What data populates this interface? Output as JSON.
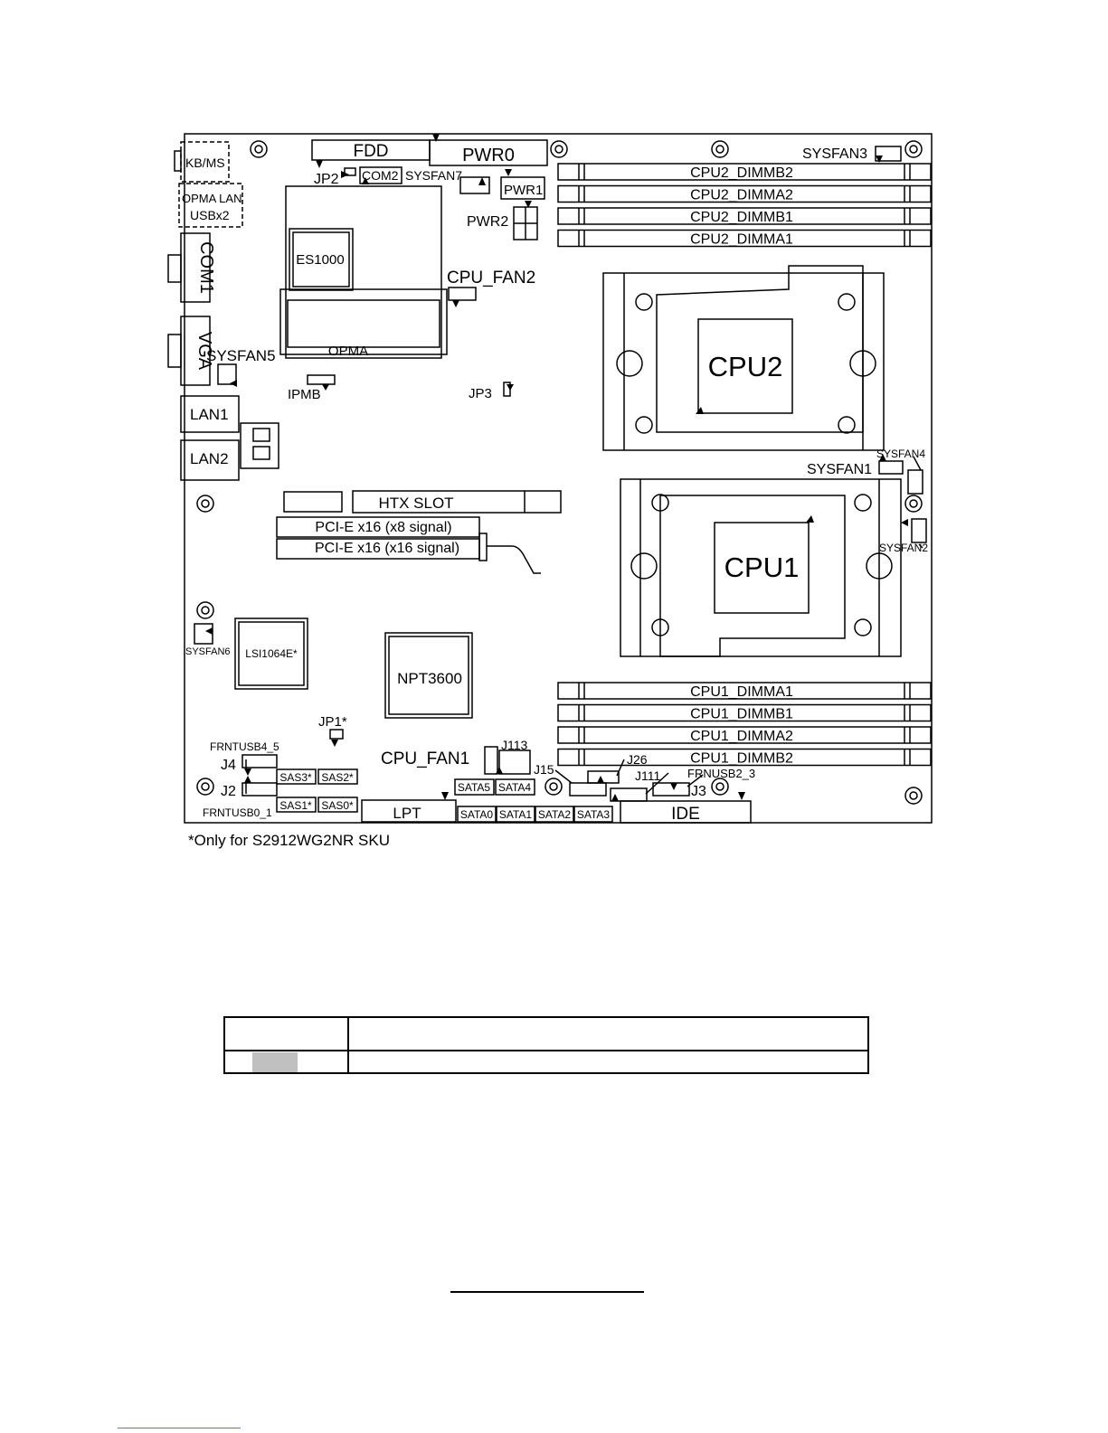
{
  "board": {
    "labels": {
      "kbms": "KB/MS",
      "opma_lan": "OPMA LAN",
      "usbx2": "USBx2",
      "com1": "COM1",
      "vga": "VGA",
      "lan1": "LAN1",
      "lan2": "LAN2",
      "fdd": "FDD",
      "pwr0": "PWR0",
      "jp2": "JP2",
      "com2": "COM2",
      "sysfan7": "SYSFAN7",
      "pwr1": "PWR1",
      "pwr2": "PWR2",
      "sysfan3": "SYSFAN3",
      "es1000": "ES1000",
      "opma": "OPMA",
      "cpu_fan2": "CPU_FAN2",
      "sysfan5": "SYSFAN5",
      "ipmb": "IPMB",
      "jp3": "JP3",
      "cpu2": "CPU2",
      "cpu1": "CPU1",
      "sysfan4": "SYSFAN4",
      "sysfan1": "SYSFAN1",
      "sysfan2": "SYSFAN2",
      "htx": "HTX SLOT",
      "pcie_x8": "PCI-E x16 (x8 signal)",
      "pcie_x16": "PCI-E x16 (x16 signal)",
      "sysfan6": "SYSFAN6",
      "lsi": "LSI1064E*",
      "npt": "NPT3600",
      "jp1": "JP1*",
      "frntusb4_5": "FRNTUSB4_5",
      "j4": "J4",
      "j2": "J2",
      "frntusb0_1": "FRNTUSB0_1",
      "sas3": "SAS3*",
      "sas2": "SAS2*",
      "sas1": "SAS1*",
      "sas0": "SAS0*",
      "cpu_fan1": "CPU_FAN1",
      "j113": "J113",
      "lpt": "LPT",
      "sata5": "SATA5",
      "sata4": "SATA4",
      "sata0": "SATA0",
      "sata1": "SATA1",
      "sata2": "SATA2",
      "sata3": "SATA3",
      "j15": "J15",
      "j26": "J26",
      "j111": "J111",
      "frnusb2_3": "FRNUSB2_3",
      "j3": "J3",
      "ide": "IDE"
    },
    "dimms_cpu2": [
      "CPU2_DIMMB2",
      "CPU2_DIMMA2",
      "CPU2_DIMMB1",
      "CPU2_DIMMA1"
    ],
    "dimms_cpu1": [
      "CPU1_DIMMA1",
      "CPU1_DIMMB1",
      "CPU1_DIMMA2",
      "CPU1_DIMMB2"
    ]
  },
  "note": "*Only for S2912WG2NR SKU"
}
